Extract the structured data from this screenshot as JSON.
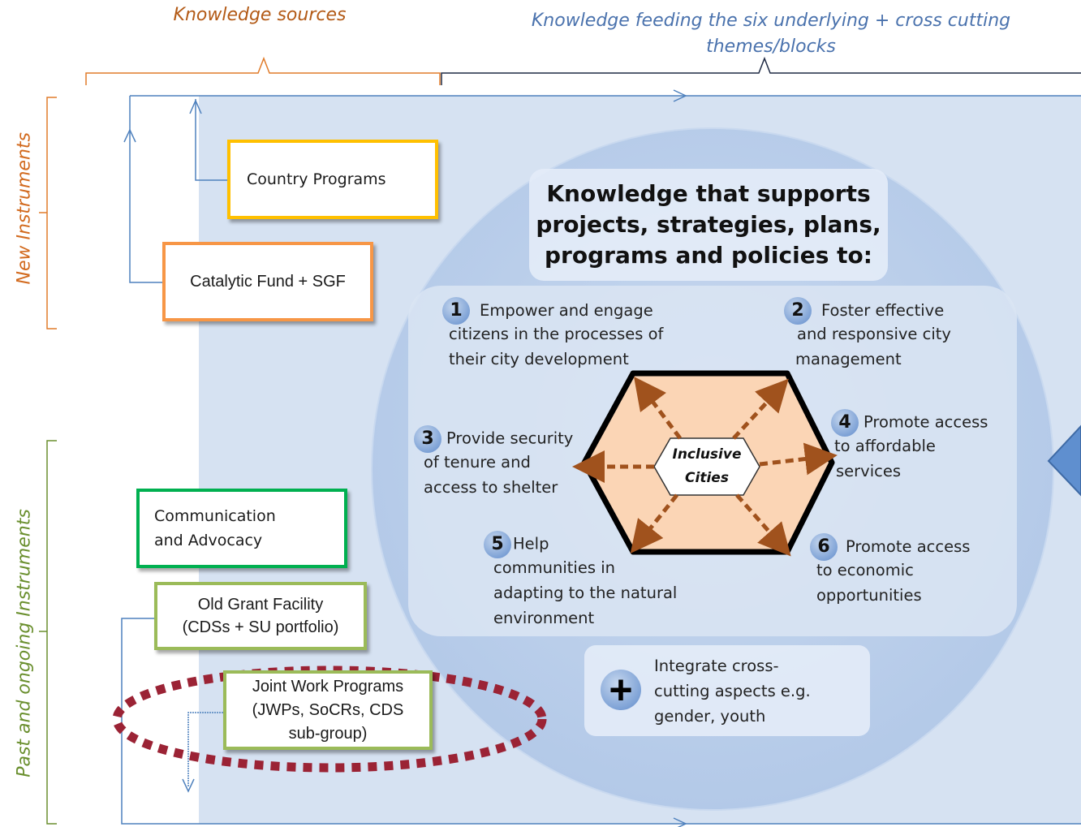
{
  "headers": {
    "knowledge_sources": "Knowledge  sources",
    "knowledge_feeding": "Knowledge  feeding the six underlying + cross cutting themes/blocks"
  },
  "side_labels": {
    "new_instruments": "New Instruments",
    "past_ongoing": "Past and ongoing Instruments"
  },
  "boxes": {
    "country_programs": "Country  Programs",
    "catalytic_fund": "Catalytic Fund + SGF",
    "communication_line1": "Communication",
    "communication_line2": "and Advocacy",
    "old_grant_line1": "Old Grant Facility",
    "old_grant_line2": "(CDSs + SU portfolio)",
    "joint_work_line1": "Joint Work Programs",
    "joint_work_line2": "(JWPs, SoCRs, CDS",
    "joint_work_line3": "sub-group)"
  },
  "circle": {
    "title_line1": "Knowledge that supports",
    "title_line2": "projects, strategies, plans,",
    "title_line3": "programs and policies to:",
    "center_label_line1": "Inclusive",
    "center_label_line2": "Cities",
    "items": [
      {
        "num": "1",
        "line1": "Empower and engage",
        "line2": "citizens in the processes of",
        "line3": "their city development"
      },
      {
        "num": "2",
        "line1": "Foster effective",
        "line2": "and responsive city",
        "line3": "management"
      },
      {
        "num": "3",
        "line1": "Provide security",
        "line2": "of tenure and",
        "line3": "access to shelter"
      },
      {
        "num": "4",
        "line1": "Promote access",
        "line2": "to affordable",
        "line3": "services"
      },
      {
        "num": "5",
        "line1": "Help",
        "line2": "communities in",
        "line3": "adapting to the natural",
        "line4": "environment"
      },
      {
        "num": "6",
        "line1": "Promote access",
        "line2": "to economic",
        "line3": "opportunities"
      }
    ],
    "cross_cutting": {
      "symbol": "+",
      "line1": "Integrate cross-",
      "line2": "cutting aspects e.g.",
      "line3": "gender, youth"
    }
  },
  "colors": {
    "header_sources": "#b35a16",
    "header_feeding": "#4a72ad",
    "new_instruments": "#d26a1e",
    "past_ongoing": "#6a8f2e",
    "country_programs_border": "#ffc000",
    "catalytic_border": "#f79646",
    "communication_border": "#00b050",
    "grant_border": "#9bbb59",
    "dotted_ellipse": "#9b2335",
    "circle_fill": "#c6d7ee",
    "hex_fill": "#fbd5b5",
    "arrows": "#a0521d",
    "lines": "#4f81bd"
  }
}
